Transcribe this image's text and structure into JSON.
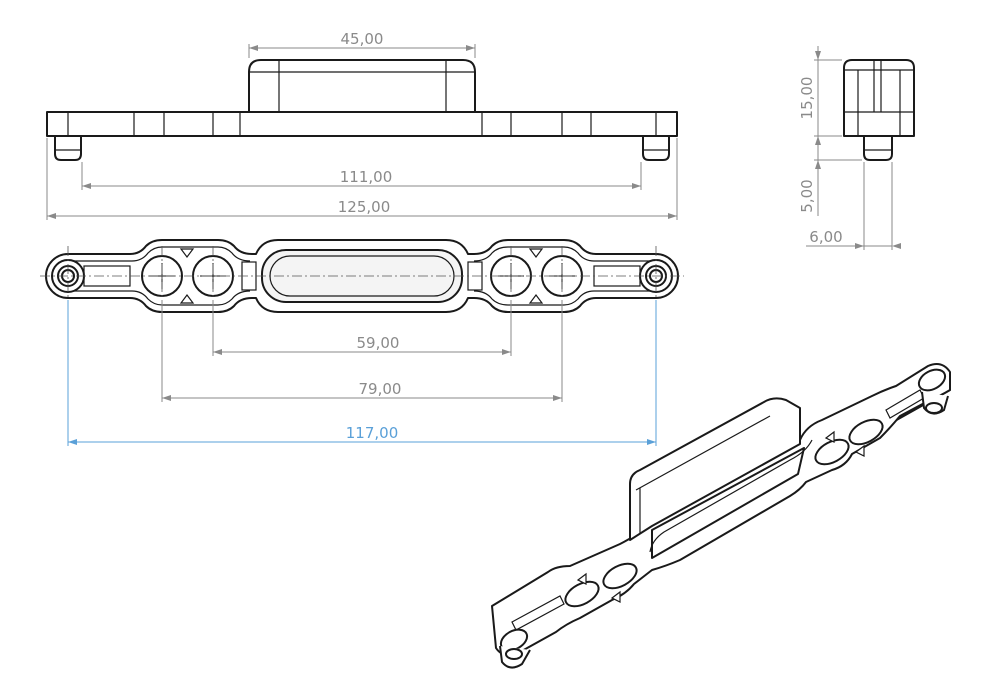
{
  "dimensions": {
    "top_width": "45,00",
    "pin_spacing": "111,00",
    "overall_length": "125,00",
    "inner_hole_spacing": "59,00",
    "outer_hole_spacing": "79,00",
    "end_hole_spacing": "117,00",
    "height": "15,00",
    "pin_height": "5,00",
    "pin_diameter": "6,00"
  },
  "colors": {
    "line": "#1a1a1a",
    "dimension": "#8a8a8a",
    "highlight_dimension": "#5aa0d8"
  }
}
